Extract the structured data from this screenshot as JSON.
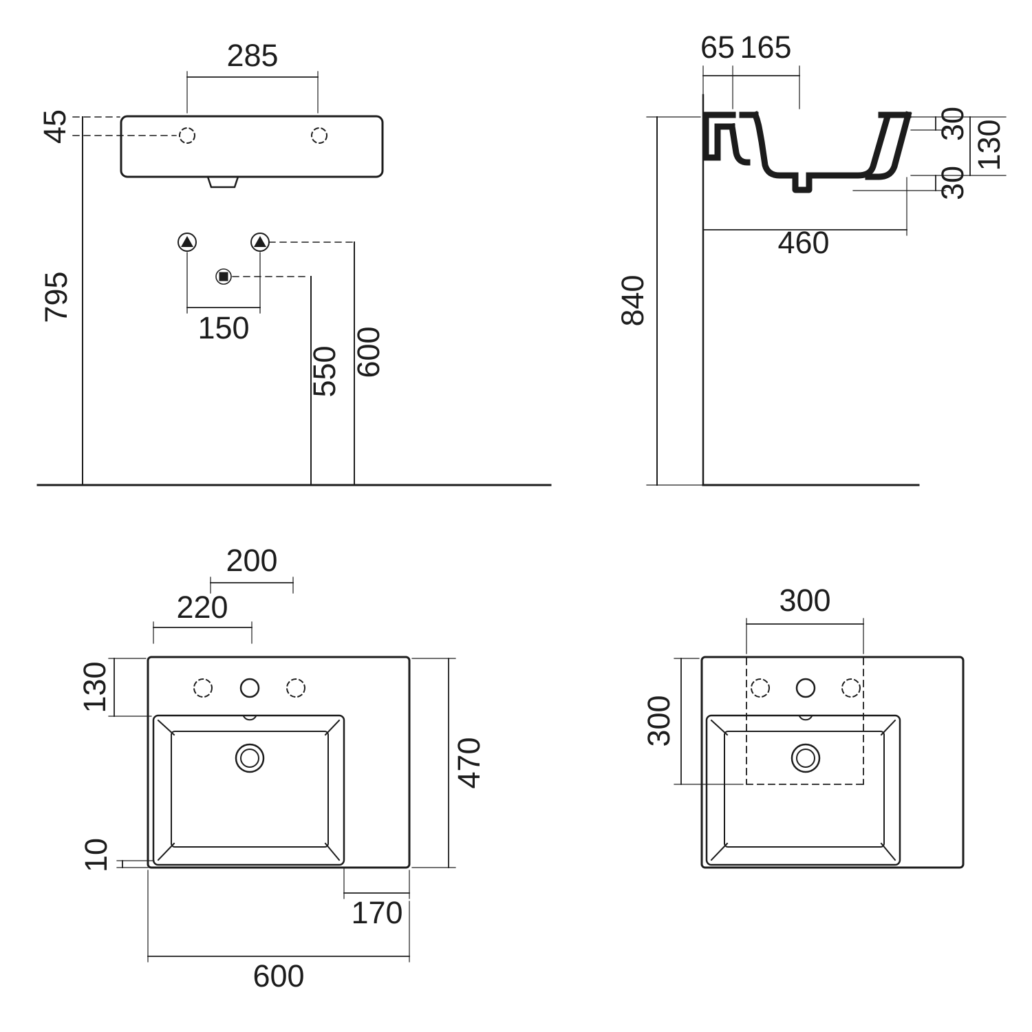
{
  "drawing": {
    "type": "washbasin-technical-dimension-drawing",
    "colors": {
      "line": "#1c1c1c",
      "background": "#ffffff"
    },
    "front": {
      "hole_spacing": "285",
      "rim_to_hole": "45",
      "floor_to_rim": "795",
      "supply_spacing": "150",
      "drain_height": "550",
      "supply_height": "600"
    },
    "section": {
      "wall_to_hole": "65",
      "hole_to_front": "165",
      "rim_thickness": "30",
      "basin_height": "130",
      "outlet_drop": "30",
      "depth": "460",
      "mounting_height": "840"
    },
    "plan": {
      "spacing_inner": "200",
      "spacing_edge": "220",
      "edge_to_bowl": "130",
      "depth": "470",
      "rim_edge": "10",
      "side_ledge": "170",
      "width": "600"
    },
    "plan_alt": {
      "zone_width": "300",
      "zone_depth": "300"
    }
  }
}
